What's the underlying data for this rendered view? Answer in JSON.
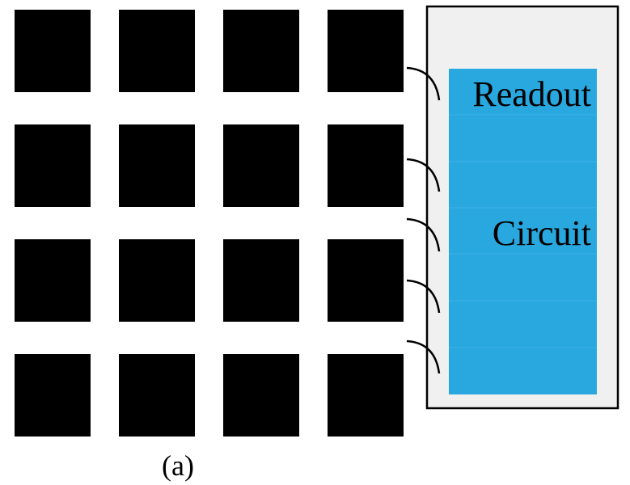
{
  "diagram": {
    "grid": {
      "rows": 4,
      "columns": 4,
      "pixel_color": "#000000"
    },
    "readout": {
      "line1": "Readout",
      "line2": "Circuit",
      "fill_color": "#29a8e0",
      "panel_color": "#f0f0f0"
    },
    "connections": 5,
    "caption": "(a)"
  }
}
